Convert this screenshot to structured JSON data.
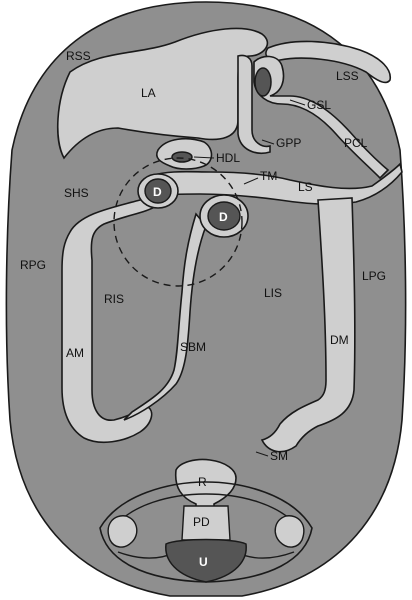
{
  "diagram": {
    "colors": {
      "body": "#8f8f8f",
      "organ": "#cfcfcf",
      "organ_stroke": "#1a1a1a",
      "dark": "#555555",
      "text": "#111111"
    },
    "labels": {
      "rss": "RSS",
      "la": "LA",
      "lss": "LSS",
      "gsl": "GSL",
      "gpp": "GPP",
      "pcl": "PCL",
      "hdl": "HDL",
      "tm": "TM",
      "ls": "LS",
      "shs": "SHS",
      "d1": "D",
      "d2": "D",
      "rpg": "RPG",
      "lpg": "LPG",
      "ris": "RIS",
      "lis": "LIS",
      "am": "AM",
      "sbm": "SBM",
      "dm": "DM",
      "sm": "SM",
      "r": "R",
      "pd": "PD",
      "u": "U"
    }
  }
}
